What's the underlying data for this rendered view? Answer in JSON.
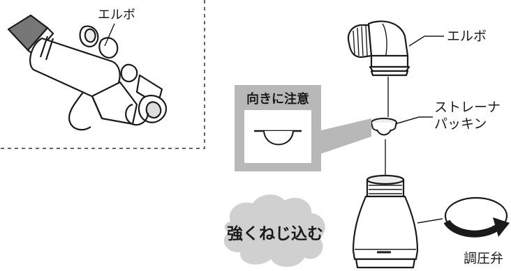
{
  "labels": {
    "inset_elbow": "エルボ",
    "elbow": "エルボ",
    "strainer_line1": "ストレーナ",
    "strainer_line2": "パッキン",
    "direction_note": "向きに注意",
    "tighten_note": "強くねじ込む",
    "pressure_valve": "調圧弁"
  },
  "colors": {
    "line": "#1a1a1a",
    "callout_gray": "#b8b8b8",
    "cloud_gray": "#d0d0d0",
    "dotted_border": "#666666"
  },
  "icons": {
    "rotation": "rotate-clockwise-arrow-icon"
  }
}
